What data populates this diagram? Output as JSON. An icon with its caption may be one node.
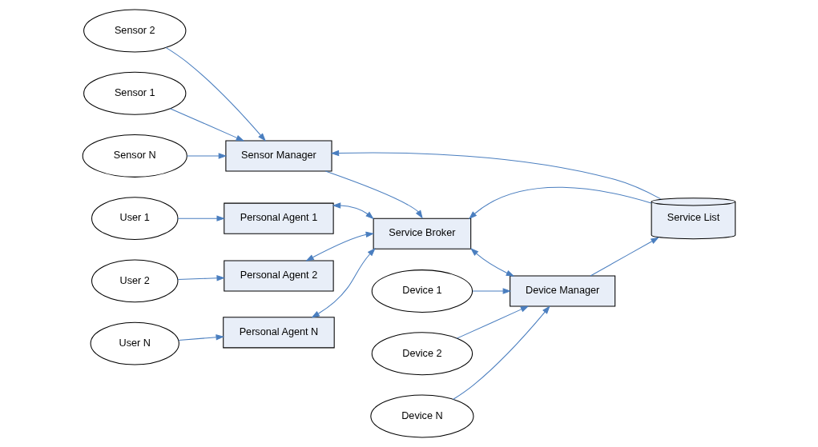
{
  "diagram": {
    "nodes": [
      {
        "text": [
          "Sensor 2"
        ]
      },
      {
        "text": [
          "Sensor 1"
        ]
      },
      {
        "text": [
          "Sensor N"
        ]
      },
      {
        "text": [
          "Sensor Manager"
        ]
      },
      {
        "text": [
          "User 1"
        ]
      },
      {
        "text": [
          "Personal Agent 1"
        ]
      },
      {
        "text": [
          "Service List"
        ]
      },
      {
        "text": [
          "User 2"
        ]
      },
      {
        "text": [
          "Personal Agent 2"
        ]
      },
      {
        "text": [
          "Service Broker"
        ]
      },
      {
        "text": [
          "Device 1"
        ]
      },
      {
        "text": [
          "Device 2"
        ]
      },
      {
        "text": [
          "User N"
        ]
      },
      {
        "text": [
          "Personal Agent N"
        ]
      },
      {
        "text": [
          "Device Manager"
        ]
      },
      {
        "text": [
          "Device N"
        ]
      }
    ],
    "edges": [
      {
        "from": 1,
        "to": 3,
        "arrow": "to"
      },
      {
        "from": 0,
        "to": 3,
        "arrow": "to"
      },
      {
        "from": 2,
        "to": 3,
        "arrow": "to"
      },
      {
        "from": 6,
        "to": 3,
        "arrow": "to"
      },
      {
        "from": 3,
        "to": 9,
        "arrow": "to"
      },
      {
        "from": 4,
        "to": 5,
        "arrow": "to"
      },
      {
        "from": 7,
        "to": 8,
        "arrow": "to"
      },
      {
        "from": 12,
        "to": 13,
        "arrow": "to"
      },
      {
        "from": 5,
        "to": 9,
        "arrow": "both"
      },
      {
        "from": 8,
        "to": 9,
        "arrow": "both"
      },
      {
        "from": 13,
        "to": 9,
        "arrow": "both"
      },
      {
        "from": 6,
        "to": 9,
        "arrow": "to"
      },
      {
        "from": 9,
        "to": 14,
        "arrow": "both"
      },
      {
        "from": 14,
        "to": 6,
        "arrow": "to"
      },
      {
        "from": 10,
        "to": 14,
        "arrow": "to"
      },
      {
        "from": 11,
        "to": 14,
        "arrow": "to"
      },
      {
        "from": 15,
        "to": 14,
        "arrow": "to"
      }
    ]
  }
}
